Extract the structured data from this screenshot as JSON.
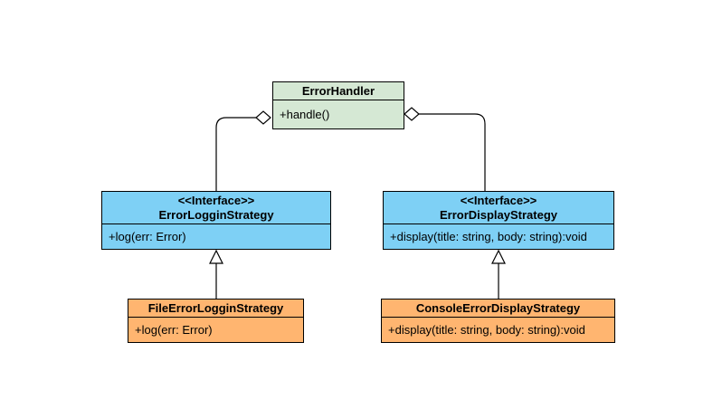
{
  "colors": {
    "handler_fill": "#d5e8d4",
    "interface_fill": "#7ed0f5",
    "concrete_fill": "#ffb570",
    "stroke": "#000000"
  },
  "classes": {
    "error_handler": {
      "name": "ErrorHandler",
      "members": [
        "+handle()"
      ]
    },
    "error_loggin_strategy": {
      "stereotype": "<<Interface>>",
      "name": "ErrorLogginStrategy",
      "members": [
        "+log(err: Error)"
      ]
    },
    "error_display_strategy": {
      "stereotype": "<<Interface>>",
      "name": "ErrorDisplayStrategy",
      "members": [
        "+display(title: string, body: string):void"
      ]
    },
    "file_error_loggin_strategy": {
      "name": "FileErrorLogginStrategy",
      "members": [
        "+log(err: Error)"
      ]
    },
    "console_error_display_strategy": {
      "name": "ConsoleErrorDisplayStrategy",
      "members": [
        "+display(title: string, body: string):void"
      ]
    }
  },
  "relations": [
    {
      "type": "aggregation",
      "from": "error_handler",
      "to": "error_loggin_strategy"
    },
    {
      "type": "aggregation",
      "from": "error_handler",
      "to": "error_display_strategy"
    },
    {
      "type": "realization",
      "from": "file_error_loggin_strategy",
      "to": "error_loggin_strategy"
    },
    {
      "type": "realization",
      "from": "console_error_display_strategy",
      "to": "error_display_strategy"
    }
  ]
}
